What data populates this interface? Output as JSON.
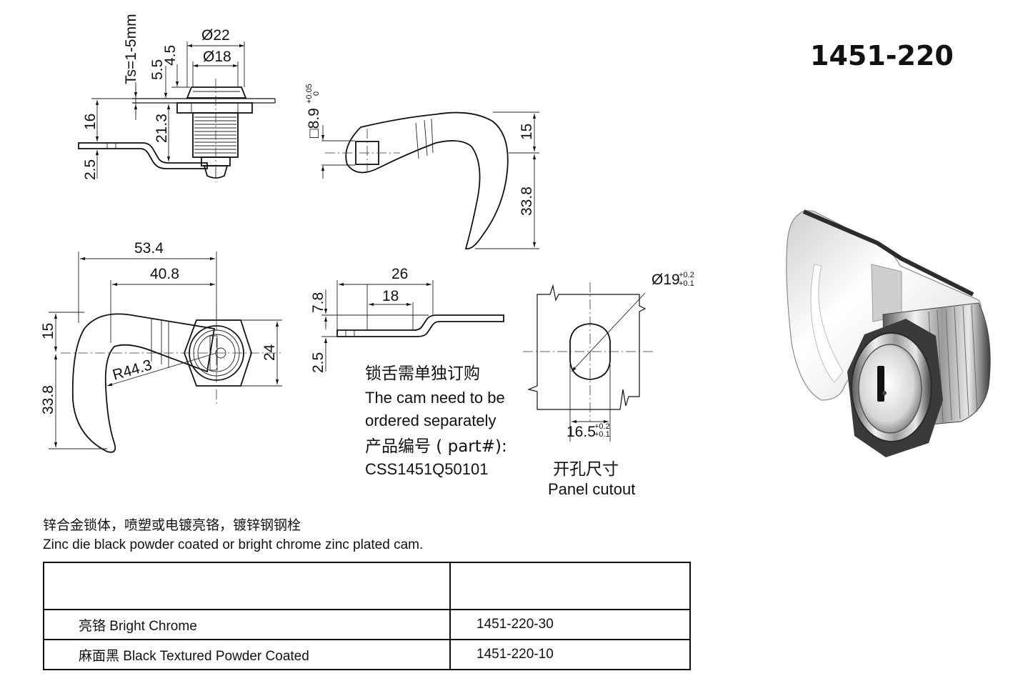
{
  "title": "1451-220",
  "dimensions": {
    "ts": "Ts=1-5mm",
    "d22": "Ø22",
    "d18": "Ø18",
    "d4_5": "4.5",
    "d5_5": "5.5",
    "d16": "16",
    "d21_3": "21.3",
    "d2_5a": "2.5",
    "sq8_9": "□8.9",
    "sq_tol_top": "+0.05",
    "sq_tol_bot": "0",
    "d15a": "15",
    "d33_8a": "33.8",
    "d53_4": "53.4",
    "d40_8": "40.8",
    "d15b": "15",
    "r44_3": "R44.3",
    "d24": "24",
    "d33_8b": "33.8",
    "d26": "26",
    "d18b": "18",
    "d7_8": "7.8",
    "d2_5b": "2.5",
    "d19": "Ø19",
    "d19_tol_top": "+0.2",
    "d19_tol_bot": "+0.1",
    "d16_5": "16.5",
    "d16_5_tol_top": "+0.2",
    "d16_5_tol_bot": "+0.1"
  },
  "notes": {
    "cam_cn": "锁舌需单独订购",
    "cam_en_1": "The cam need to be",
    "cam_en_2": "ordered separately",
    "part_label": "产品编号 ( part#):",
    "part_number": "CSS1451Q50101",
    "cutout_cn": "开孔尺寸",
    "cutout_en": "Panel cutout"
  },
  "description": {
    "cn": "锌合金锁体，喷塑或电镀亮铬，镀锌钢钢栓",
    "en": "Zinc die black powder coated or bright chrome zinc plated cam."
  },
  "finishes": [
    {
      "name": "亮铬 Bright Chrome",
      "code": "1451-220-30"
    },
    {
      "name": "麻面黑 Black Textured Powder Coated",
      "code": "1451-220-10"
    }
  ]
}
